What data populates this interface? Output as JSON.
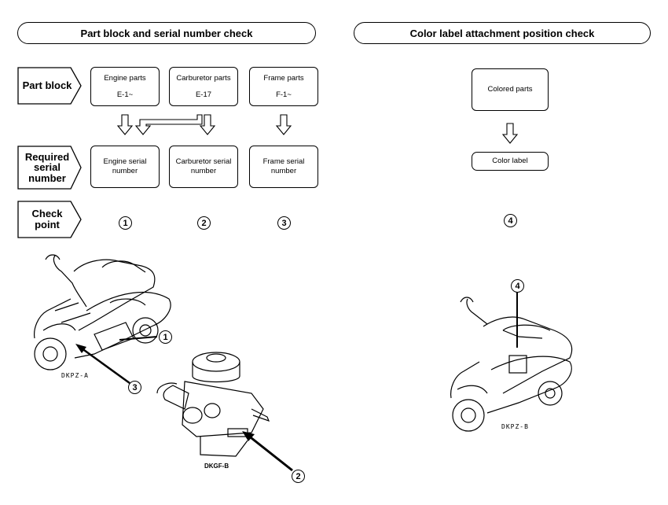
{
  "left_title": "Part block and serial number check",
  "right_title": "Color label attachment position check",
  "row_labels": {
    "part_block": "Part block",
    "required_serial": "Required serial number",
    "check_point": "Check point"
  },
  "part_blocks": [
    {
      "name": "Engine parts",
      "code": "E-1~"
    },
    {
      "name": "Carburetor parts",
      "code": "E-17"
    },
    {
      "name": "Frame parts",
      "code": "F-1~"
    }
  ],
  "serial_numbers": [
    "Engine serial number",
    "Carburetor serial number",
    "Frame serial number"
  ],
  "check_points": [
    "1",
    "2",
    "3"
  ],
  "color_flow": {
    "top": "Colored parts",
    "bottom": "Color label",
    "check_point": "4"
  },
  "figure_codes": {
    "scooter_a": "DKPZ-A",
    "carburetor": "DKGF-B",
    "scooter_b": "DKPZ-B"
  },
  "callouts": {
    "engine": "1",
    "carburetor": "2",
    "frame": "3",
    "color": "4"
  }
}
